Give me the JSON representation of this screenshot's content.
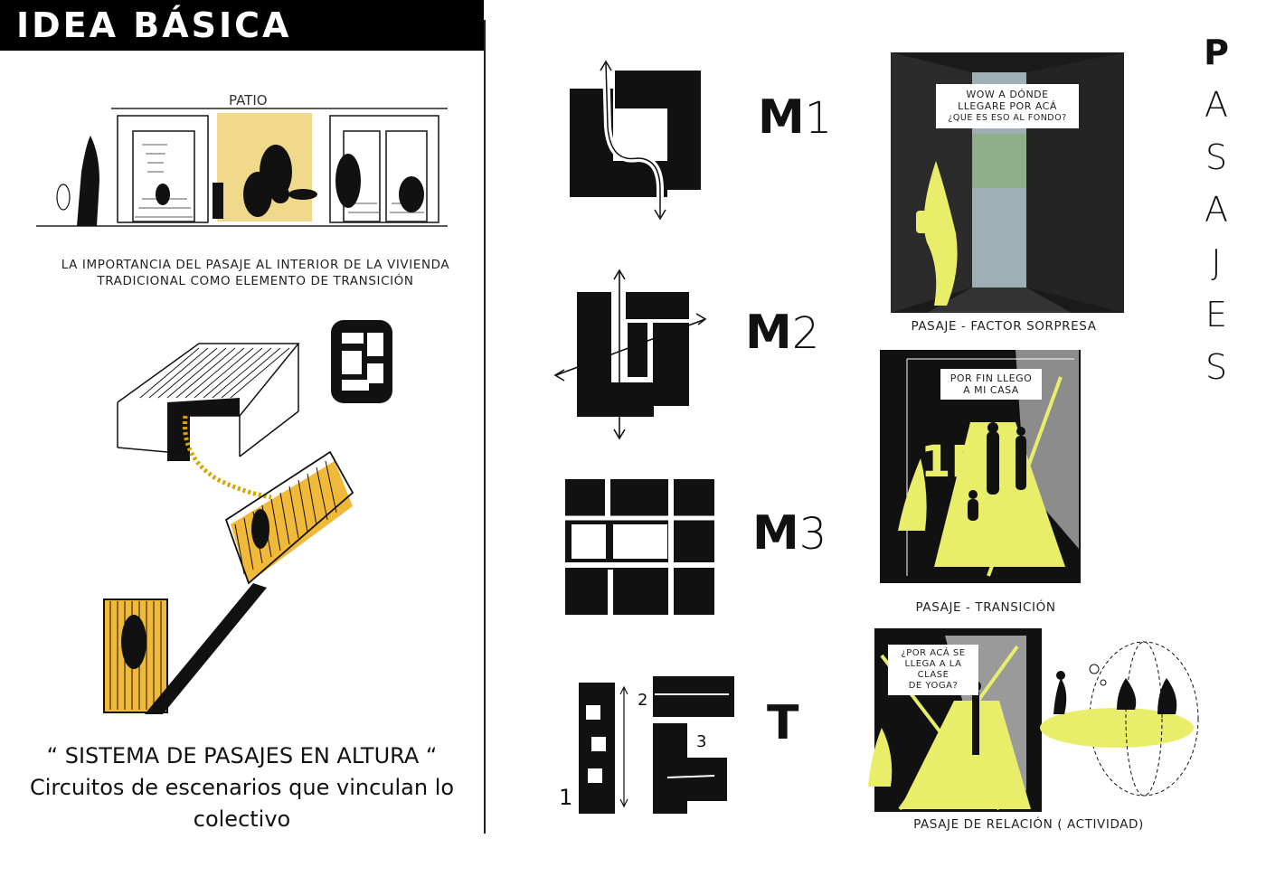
{
  "header": {
    "title": "IDEA BÁSICA"
  },
  "left": {
    "sketch1_label": "PATIO",
    "caption_line1": "LA IMPORTANCIA DEL PASAJE AL INTERIOR DE LA VIVIENDA",
    "caption_line2": "TRADICIONAL COMO ELEMENTO DE TRANSICIÓN",
    "quote": "“ SISTEMA DE PASAJES EN ALTURA “",
    "subtitle_line1": "Circuitos de escenarios que vinculan lo",
    "subtitle_line2": "colectivo"
  },
  "modules": [
    {
      "letter": "M",
      "num": "1"
    },
    {
      "letter": "M",
      "num": "2"
    },
    {
      "letter": "M",
      "num": "3"
    },
    {
      "letter": "T",
      "num": ""
    }
  ],
  "t_diagram": {
    "n1": "1",
    "n2": "2",
    "n3": "3"
  },
  "scenes": [
    {
      "bubble_line1": "WOW A DÓNDE",
      "bubble_line2": "LLEGARE POR ACÁ",
      "bubble_line3": "¿QUE ES ESO AL FONDO?",
      "caption": "PASAJE - FACTOR SORPRESA"
    },
    {
      "bubble_line1": "POR FIN LLEGO",
      "bubble_line2": "A MI CASA",
      "sign": "1P",
      "caption": "PASAJE - TRANSICIÓN"
    },
    {
      "bubble_line1": "¿POR ACÁ SE",
      "bubble_line2": "LLEGA A LA  CLASE",
      "bubble_line3": "DE YOGA?",
      "caption": "PASAJE DE RELACIÓN ( ACTIVIDAD)"
    }
  ],
  "vertical_title": [
    "P",
    "A",
    "S",
    "A",
    "J",
    "E",
    "S"
  ],
  "colors": {
    "accent_yellow": "#e9ee6a",
    "sketch_yellow": "#f0d98a",
    "ink": "#111111"
  }
}
